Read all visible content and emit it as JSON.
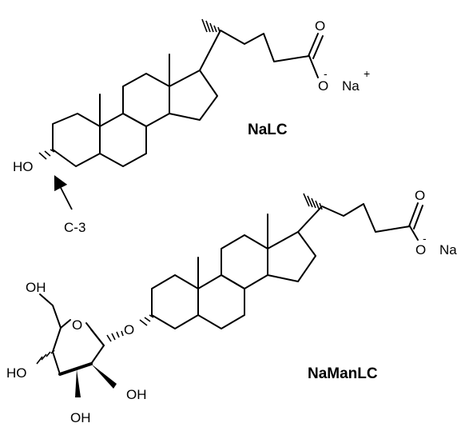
{
  "molecules": [
    {
      "name": "NaLC",
      "atoms": {
        "ho": "HO",
        "carbonyl_o": "O",
        "carboxylate_o": "O",
        "charge_minus": "-",
        "counter_ion": "Na",
        "charge_plus": "+"
      },
      "annotation": {
        "label": "C-3"
      }
    },
    {
      "name": "NaManLC",
      "atoms": {
        "carbonyl_o": "O",
        "carboxylate_o": "O",
        "charge_minus": "-",
        "counter_ion": "Na",
        "glycosidic_o": "O",
        "ring_o": "O",
        "oh_6": "OH",
        "oh_4": "HO",
        "oh_2": "OH",
        "oh_3": "OH"
      }
    }
  ]
}
